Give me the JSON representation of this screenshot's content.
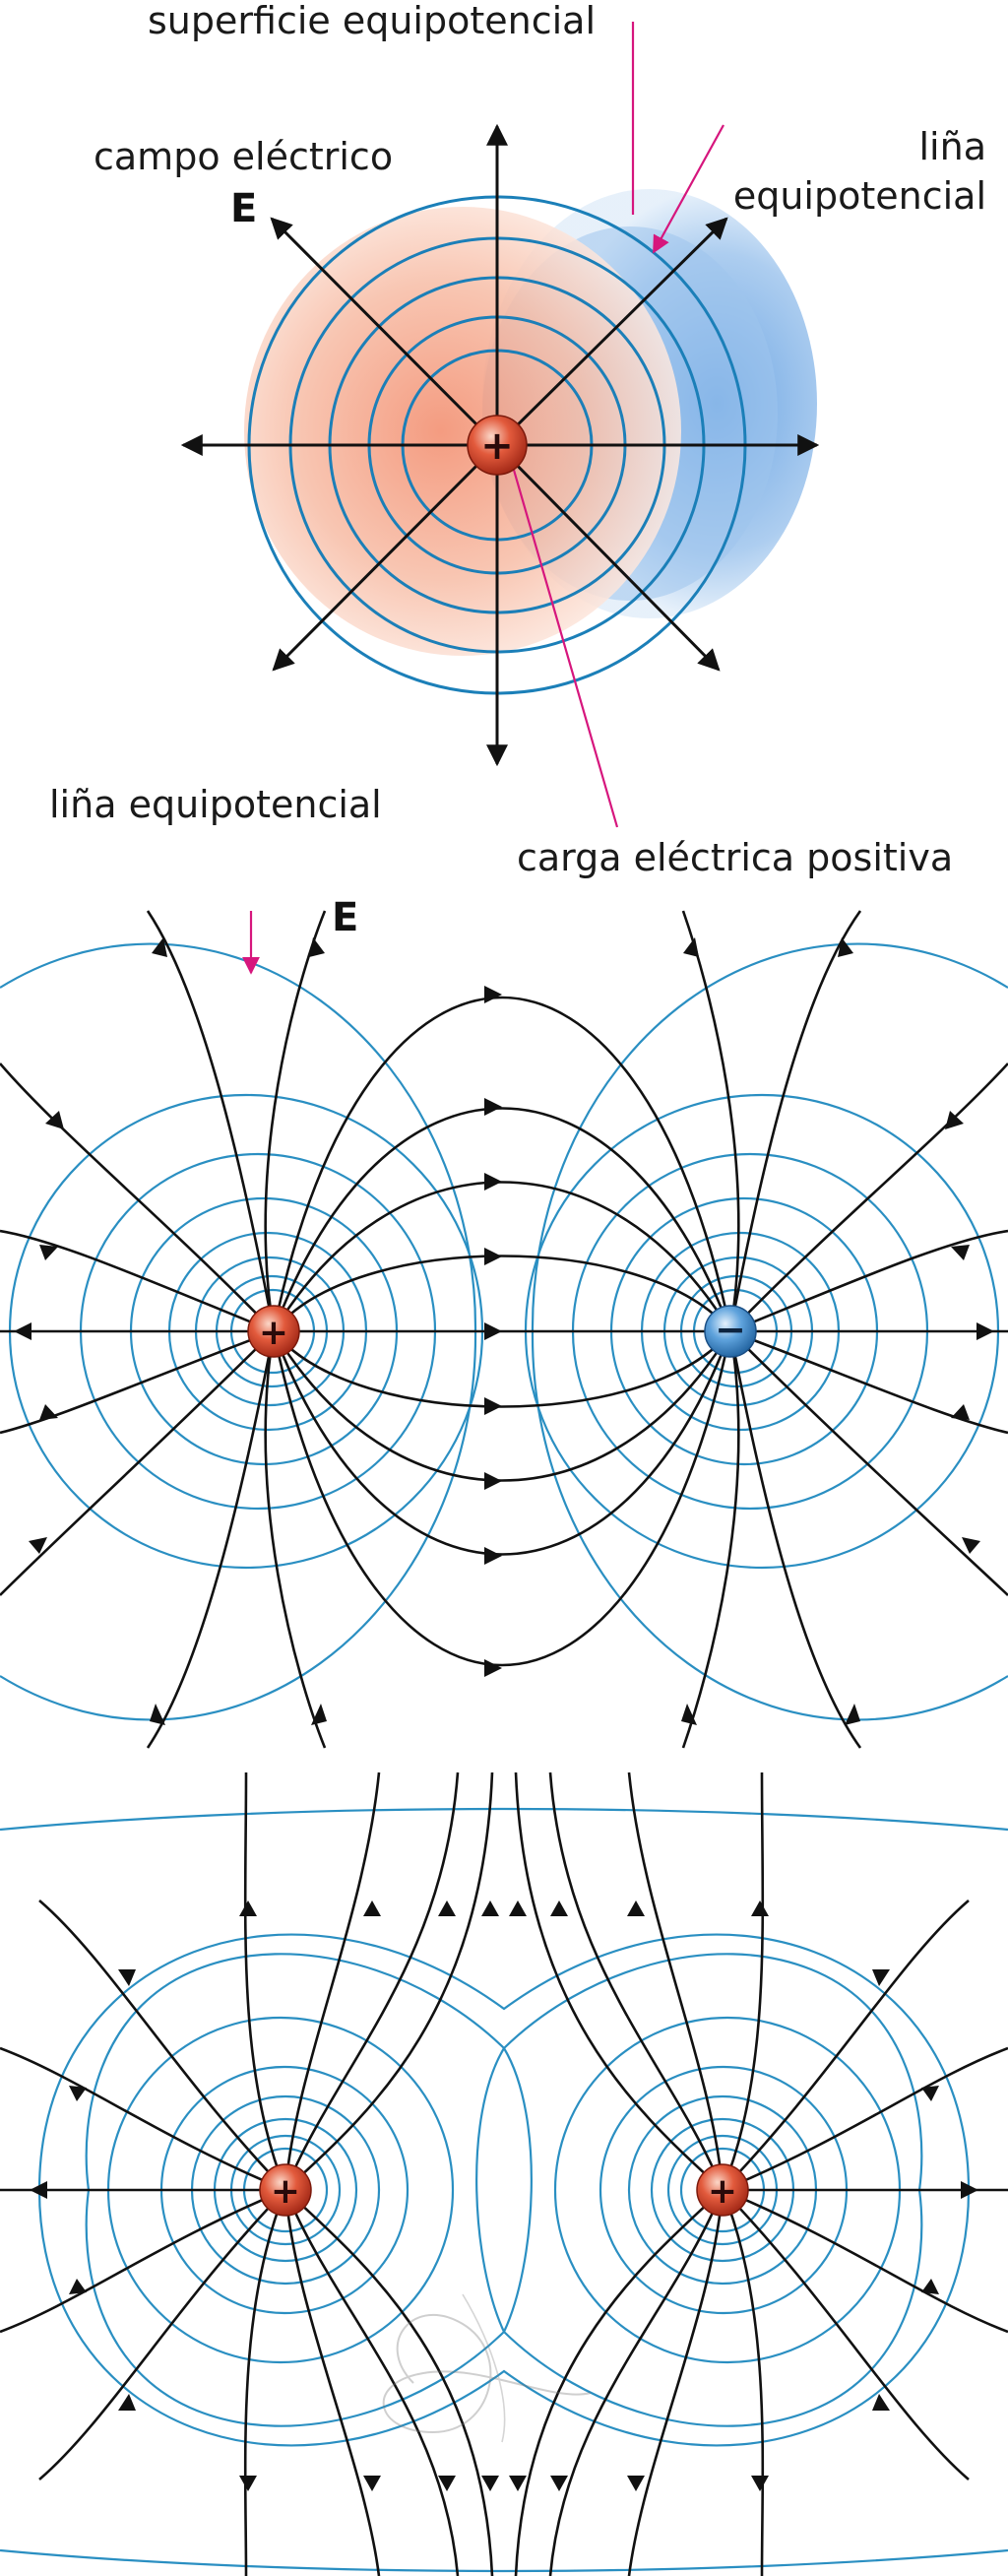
{
  "panel_top": {
    "labels": {
      "equipotential_surface": "superficie equipotencial",
      "electric_field": "campo eléctrico",
      "field_symbol": "E",
      "equipotential_line_1": "liña",
      "equipotential_line_2": "equipotencial",
      "positive_charge": "carga eléctrica positiva"
    },
    "charges": [
      {
        "sign": "+"
      }
    ]
  },
  "panel_middle": {
    "labels": {
      "equipotential_line": "liña  equipotencial",
      "field_symbol": "E"
    },
    "charges": [
      {
        "sign": "+"
      },
      {
        "sign": "−"
      }
    ]
  },
  "panel_bottom": {
    "charges": [
      {
        "sign": "+"
      },
      {
        "sign": "+"
      }
    ]
  },
  "colors": {
    "equipotential": "#1b7fb8",
    "field_line": "#111111",
    "pointer": "#d6167d",
    "positive_charge": "#d8452f",
    "negative_charge": "#3d8fd1",
    "surface_warm": "#f2a487",
    "surface_cool": "#8ab8e6"
  }
}
